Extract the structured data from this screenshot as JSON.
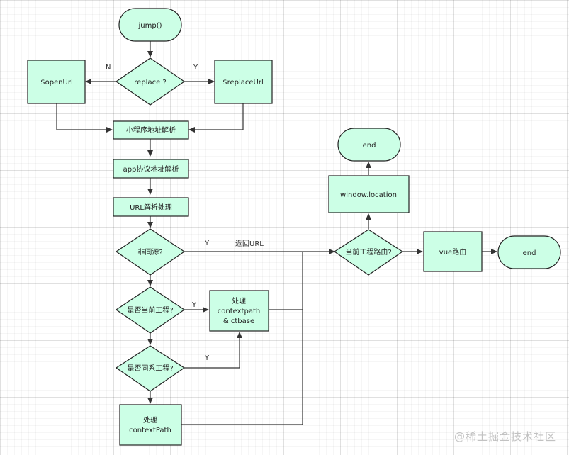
{
  "colors": {
    "node_fill": "#ccffe6",
    "node_stroke": "#222222",
    "edge": "#333333",
    "grid": "#e6e6e6"
  },
  "nodes": {
    "start": "jump()",
    "replace": "replace ?",
    "open_url": "$openUrl",
    "replace_url": "$replaceUrl",
    "mini_parse": "小程序地址解析",
    "app_parse": "app协议地址解析",
    "url_parse": "URL解析处理",
    "same_origin": "非同源?",
    "current_project": "是否当前工程?",
    "handle_ctx": [
      "处理",
      "contextpath",
      "& ctbase"
    ],
    "same_system": "是否同系工程?",
    "handle_ctxpath": [
      "处理",
      "contextPath"
    ],
    "current_route": "当前工程路由?",
    "window_location": "window.location",
    "end_top": "end",
    "vue_route": "vue路由",
    "end_right": "end"
  },
  "edge_labels": {
    "replace_no": "N",
    "replace_yes": "Y",
    "same_origin_yes": "Y",
    "return_url": "返回URL",
    "current_project_yes": "Y",
    "same_system_yes": "Y"
  },
  "watermark": "@稀土掘金技术社区"
}
